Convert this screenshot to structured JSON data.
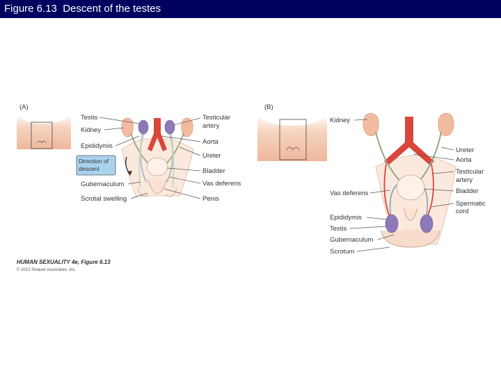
{
  "title": "Figure 6.13  Descent of the testes",
  "panel_a": {
    "label": "(A)",
    "labels_left": [
      "Testis",
      "Kidney",
      "Epididymis",
      "Gubernaculum",
      "Scrotal swelling"
    ],
    "labels_right": [
      "Testicular",
      "artery",
      "Aorta",
      "Ureter",
      "Bladder",
      "Vas deferens",
      "Penis"
    ],
    "direction_line1": "Direction of",
    "direction_line2": "descent"
  },
  "panel_b": {
    "label": "(B)",
    "labels_left": [
      "Kidney",
      "Vas deferens",
      "Epididymis",
      "Testis",
      "Gubernaculum",
      "Scrotum"
    ],
    "labels_right": [
      "Ureter",
      "Aorta",
      "Testicular",
      "artery",
      "Bladder",
      "Spermatic",
      "cord"
    ]
  },
  "credit": {
    "title": "HUMAN SEXUALITY 4e, Figure 6.13",
    "copyright": "© 2012 Sinauer Associates, Inc."
  },
  "colors": {
    "title_bar": "#00005e",
    "skin": "#f2c4a8",
    "aorta": "#d9463b",
    "testis": "#8d78b8",
    "ureter": "#8faa84",
    "direction_box": "#a9d3ee"
  }
}
